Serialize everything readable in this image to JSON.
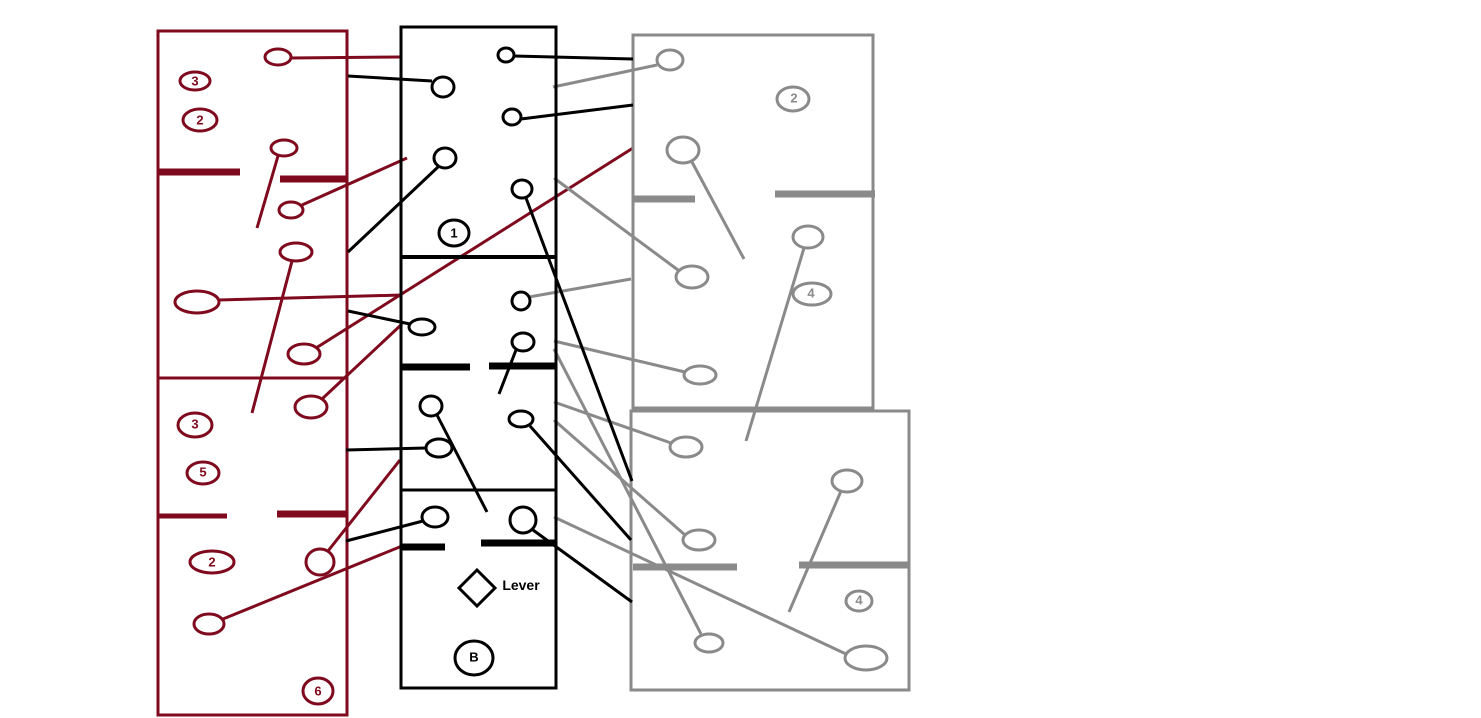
{
  "colors": {
    "maroon": "#7f0a1e",
    "black": "#000000",
    "gray": "#8a8a8a",
    "background": "#ffffff"
  },
  "labels": {
    "maroon_a": "3",
    "maroon_b": "2",
    "maroon_c": "3",
    "maroon_d": "5",
    "maroon_e": "2",
    "maroon_f": "6",
    "black_room": "1",
    "black_base": "B",
    "lever": "Lever",
    "gray_top": "2",
    "gray_mid": "4",
    "gray_low": "4"
  }
}
